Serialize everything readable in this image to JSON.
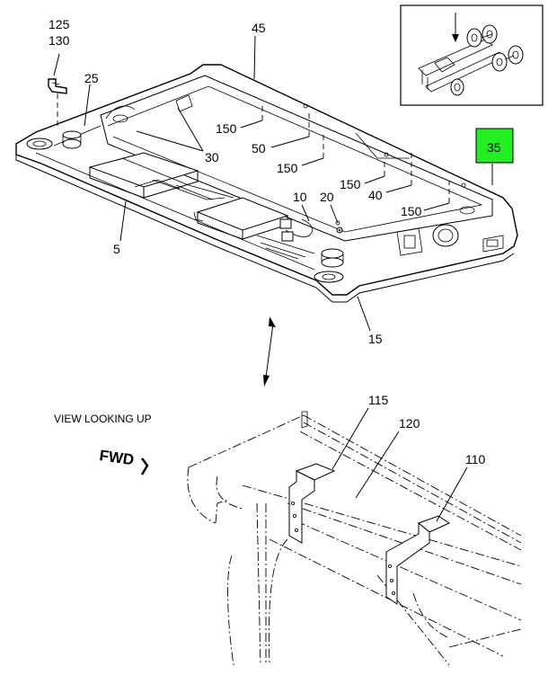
{
  "callouts": {
    "c125": "125",
    "c130": "130",
    "c45": "45",
    "c25": "25",
    "c150a": "150",
    "c30": "30",
    "c50": "50",
    "c150b": "150",
    "c150c": "150",
    "c40": "40",
    "c150d": "150",
    "c35": "35",
    "c10": "10",
    "c20": "20",
    "c5": "5",
    "c15": "15",
    "c115": "115",
    "c120": "120",
    "c110": "110"
  },
  "captions": {
    "view": "VIEW LOOKING UP",
    "fwd": "FWD"
  },
  "colors": {
    "highlight": "#22ee22",
    "line": "#000000",
    "background": "#ffffff"
  }
}
